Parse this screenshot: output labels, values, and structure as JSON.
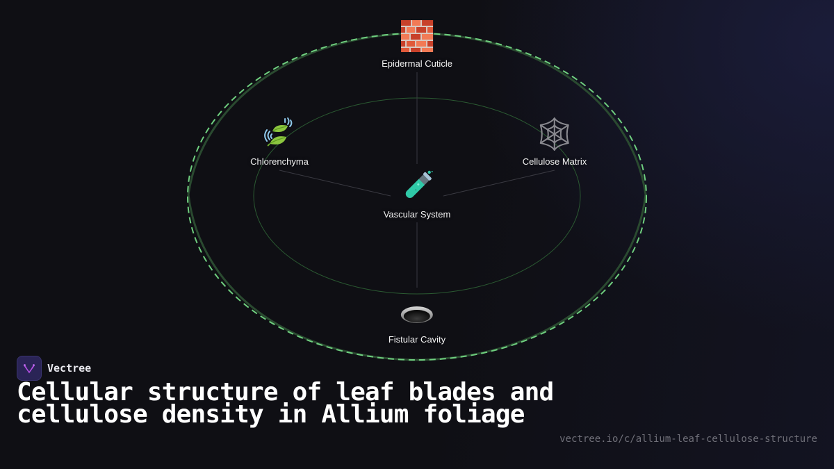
{
  "diagram": {
    "title": "Cellular structure of leaf blades and cellulose density in Allium foliage",
    "center": {
      "label": "Vascular System",
      "icon": "test-tube-icon"
    },
    "nodes": [
      {
        "label": "Epidermal Cuticle",
        "icon": "brick-icon",
        "position": "top"
      },
      {
        "label": "Chlorenchyma",
        "icon": "leaf-fluttering-icon",
        "position": "upper-left"
      },
      {
        "label": "Cellulose Matrix",
        "icon": "spider-web-icon",
        "position": "upper-right"
      },
      {
        "label": "Fistular Cavity",
        "icon": "hole-icon",
        "position": "bottom"
      }
    ],
    "colors": {
      "background": "#0f0f14",
      "outer_dashed_ring": "#6fcf7f",
      "outer_solid_ring": "#2a4a30",
      "inner_ring": "#2b5a32",
      "connectors": "#3a3a42"
    }
  },
  "brand": {
    "name": "Vectree",
    "logo_icon": "vectree-logo-icon",
    "accent": "#b04ee0"
  },
  "footer": {
    "url": "vectree.io/c/allium-leaf-cellulose-structure"
  }
}
